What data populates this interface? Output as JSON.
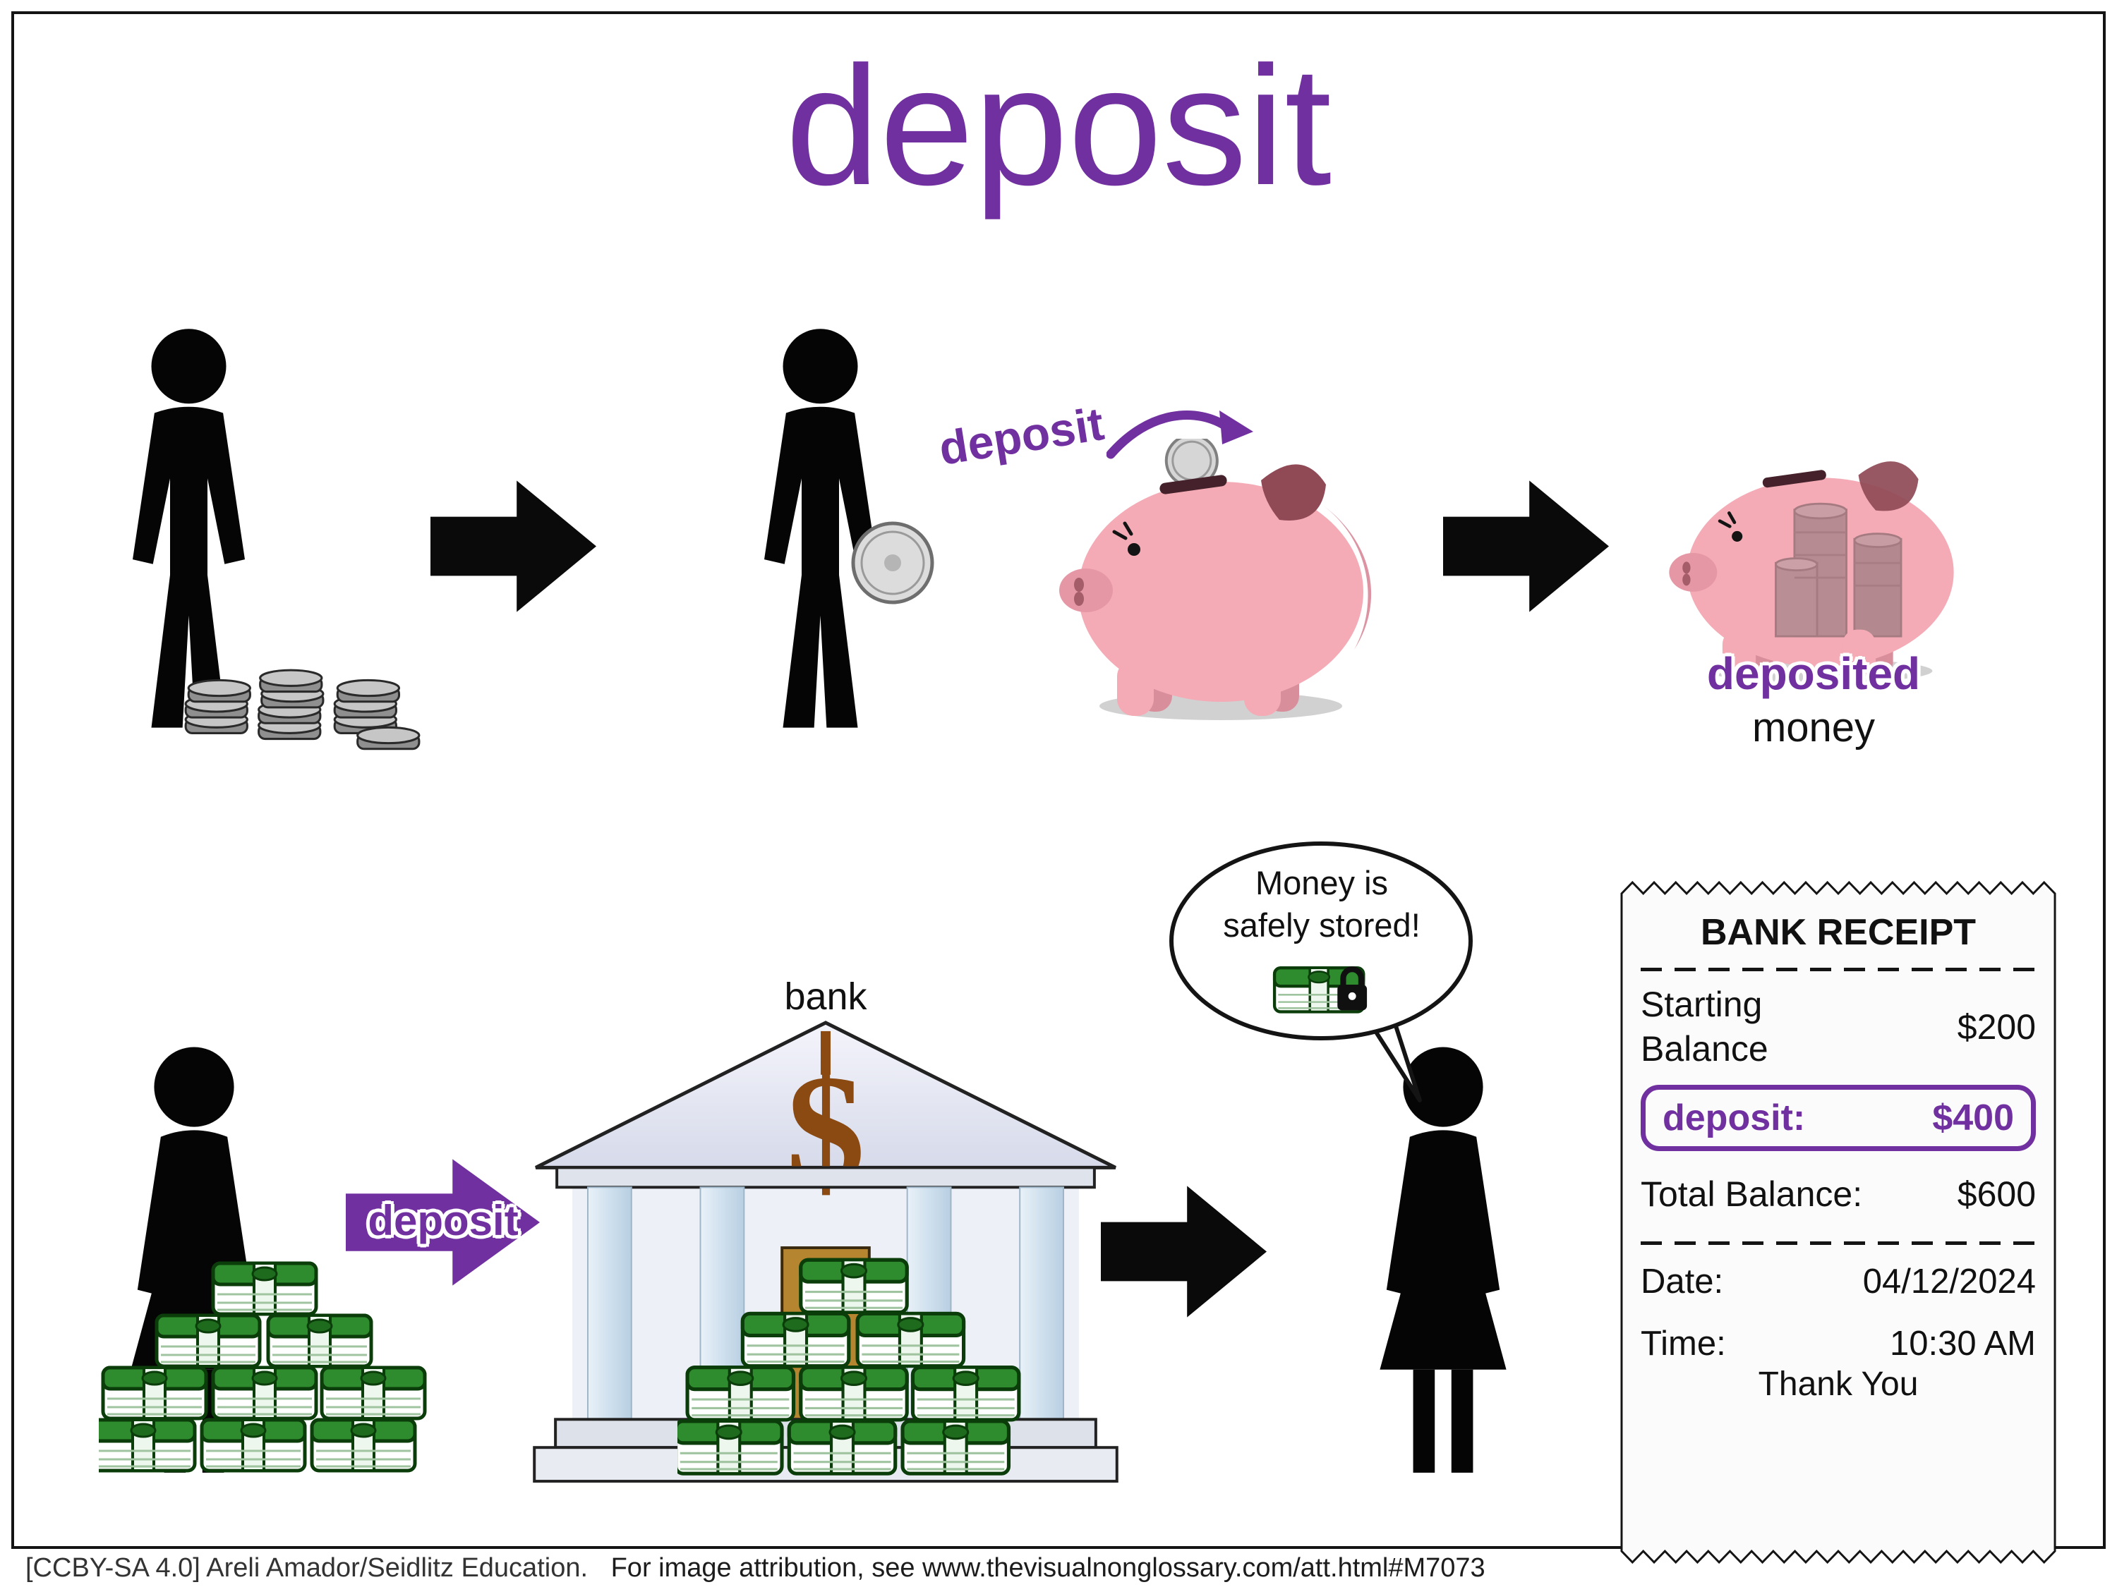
{
  "title": "deposit",
  "top_flow": {
    "deposit_label": "deposit",
    "deposited_label": "deposited",
    "money_label": "money"
  },
  "bottom_flow": {
    "deposit_label": "deposit",
    "bank_label": "bank",
    "dollar_sign": "$",
    "speech_bubble_line1": "Money is",
    "speech_bubble_line2": "safely stored!"
  },
  "receipt": {
    "header": "BANK RECEIPT",
    "rows": [
      {
        "label": "Starting Balance",
        "value": "$200"
      },
      {
        "label": "deposit:",
        "value": "$400"
      },
      {
        "label": "Total Balance:",
        "value": "$600"
      }
    ],
    "date_label": "Date:",
    "date_value": "04/12/2024",
    "time_label": "Time:",
    "time_value": "10:30 AM",
    "thank_you": "Thank You"
  },
  "footer": {
    "license": "[CCBY-SA 4.0] Areli Amador/Seidlitz Education.",
    "note": "For image attribution, see www.thevisualnonglossary.com/att.html#M7073"
  },
  "colors": {
    "purple": "#7030A0",
    "pig_pink": "#F4ABB6",
    "pig_dark": "#8F4A56",
    "money_green": "#2E8B2E",
    "coin_gray": "#9A9A9A",
    "dollar_brown": "#8A4A12"
  },
  "icons": {
    "man_silhouette": "black standing man silhouette",
    "woman_silhouette": "black standing woman silhouette",
    "coin_stack": "gray stacked coins",
    "quarter_coin": "silver quarter coin",
    "piggy_bank": "pink piggy bank with coin in slot",
    "piggy_bank_full": "translucent piggy bank showing deposited coins",
    "block_arrow": "black right block arrow",
    "purple_block_arrow": "purple right block arrow",
    "curved_arrow": "purple curved arrow to piggy slot",
    "money_pile": "pyramid of green cash bundles",
    "bank_building": "classical bank building with brown dollar sign",
    "speech_bubble": "white oval speech bubble",
    "padlock": "black padlock on cash bundle"
  }
}
